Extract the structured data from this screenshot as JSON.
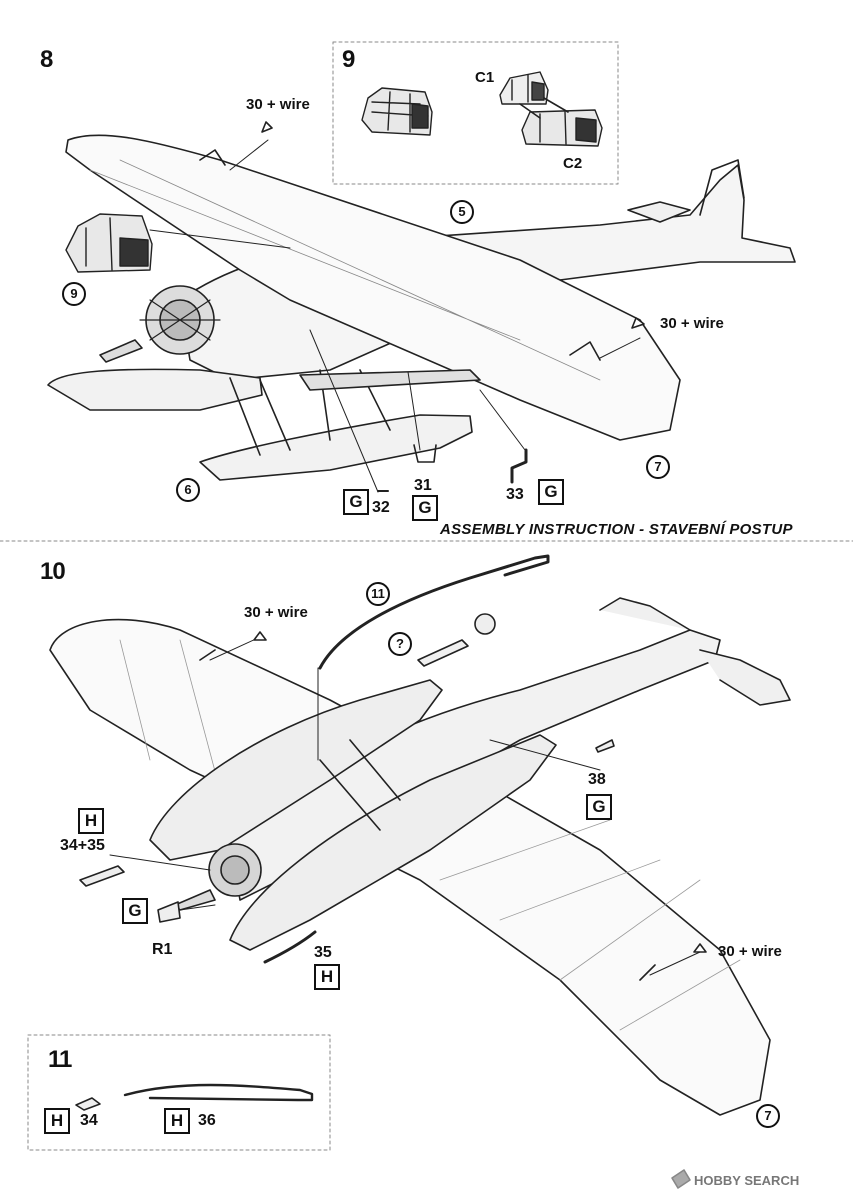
{
  "header": "ASSEMBLY INSTRUCTION - STAVEBNÍ POSTUP",
  "steps": {
    "s8": "8",
    "s9": "9",
    "s10": "10",
    "s11": "11"
  },
  "step8": {
    "wire_label_top": "30 + wire",
    "wire_label_right": "30 + wire",
    "ref5": "5",
    "ref9": "9",
    "ref6": "6",
    "ref7": "7",
    "part32": "32",
    "part31": "31",
    "part33": "33",
    "sprue_g1": "G",
    "sprue_g2": "G",
    "sprue_g3": "G"
  },
  "step9": {
    "c1": "C1",
    "c2": "C2"
  },
  "step10": {
    "wire_label_top": "30 + wire",
    "wire_label_right": "30 + wire",
    "ref11": "11",
    "ref_q": "?",
    "part38": "38",
    "sprue_g38": "G",
    "sprue_h1": "H",
    "part3435": "34+35",
    "sprue_g_r1": "G",
    "r1": "R1",
    "part35": "35",
    "sprue_h35": "H",
    "ref7": "7"
  },
  "step11": {
    "sprue_h34": "H",
    "part34": "34",
    "sprue_h36": "H",
    "part36": "36"
  },
  "watermark": "HOBBY SEARCH"
}
